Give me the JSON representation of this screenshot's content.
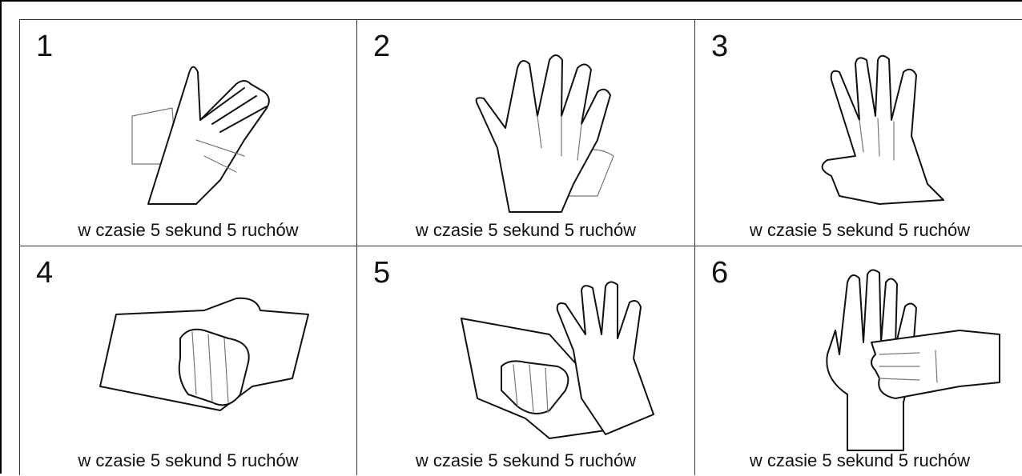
{
  "steps": [
    {
      "number": "1",
      "caption": "w czasie 5 sekund 5 ruchów",
      "icon": "palm-to-palm-icon"
    },
    {
      "number": "2",
      "caption": "w czasie 5 sekund 5 ruchów",
      "icon": "palm-over-dorsum-interlaced-icon"
    },
    {
      "number": "3",
      "caption": "w czasie 5 sekund 5 ruchów",
      "icon": "palm-to-palm-interlaced-icon"
    },
    {
      "number": "4",
      "caption": "w czasie 5 sekund 5 ruchów",
      "icon": "backs-of-fingers-icon"
    },
    {
      "number": "5",
      "caption": "w czasie 5 sekund 5 ruchów",
      "icon": "thumb-rotation-icon"
    },
    {
      "number": "6",
      "caption": "w czasie 5 sekund 5 ruchów",
      "icon": "fingertips-rotation-icon"
    }
  ]
}
